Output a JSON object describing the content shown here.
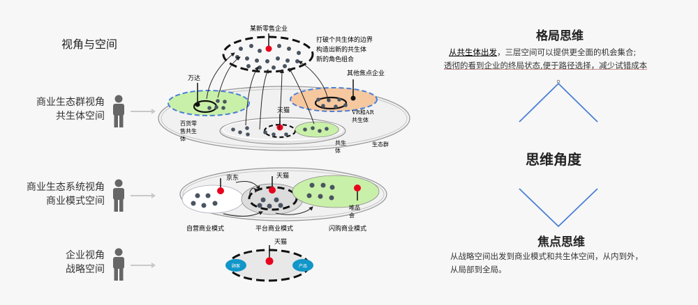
{
  "left": {
    "view_space_title": "视角与空间",
    "level1": {
      "line1": "商业生态群视角",
      "line2": "共生体空间"
    },
    "level2": {
      "line1": "商业生态系统视角",
      "line2": "商业模式空间"
    },
    "level3": {
      "line1": "企业视角",
      "line2": "战略空间"
    }
  },
  "diagram": {
    "top_label": "某新零售企业",
    "top_note": [
      "打破个共生体的边界",
      "构造出新的共生体",
      "新的角色组合"
    ],
    "wanda": "万达",
    "other_focal": "其他焦点企业",
    "tmall1": "天猫",
    "vr_ar": [
      "VR和AR",
      "共生体"
    ],
    "dept_store": [
      "百货零",
      "售共生",
      "体"
    ],
    "symbiont": [
      "共生",
      "体"
    ],
    "eco_group": "生态群",
    "jd": "京东",
    "tmall2": "天猫",
    "vip": [
      "唯品",
      "会"
    ],
    "self_mode": "自营商业模式",
    "platform_mode": "平台商业模式",
    "flash_mode": "闪购商业模式",
    "tmall3": "天猫",
    "customer": "顾客",
    "product": "产品"
  },
  "right": {
    "pattern_title": "格局思维",
    "pattern_bold": "从共生体出发",
    "pattern_rest": "，三层空间可以提供更全面的机会集合;",
    "pattern_line2": "透彻的看到企业的终局状态,便于路径选择，减少试错成本",
    "angle_title": "思维角度",
    "focus_title": "焦点思维",
    "focus_line1": "从战略空间出发到商业模式和共生体空间，从内到外，",
    "focus_line2": "从局部到全局。"
  },
  "colors": {
    "red": "#e8001c",
    "dot": "#4a5461",
    "green": "#c9f0a8",
    "orange": "#f6c8a0",
    "blue": "#4a7fd6",
    "cyan": "#1296c8"
  }
}
